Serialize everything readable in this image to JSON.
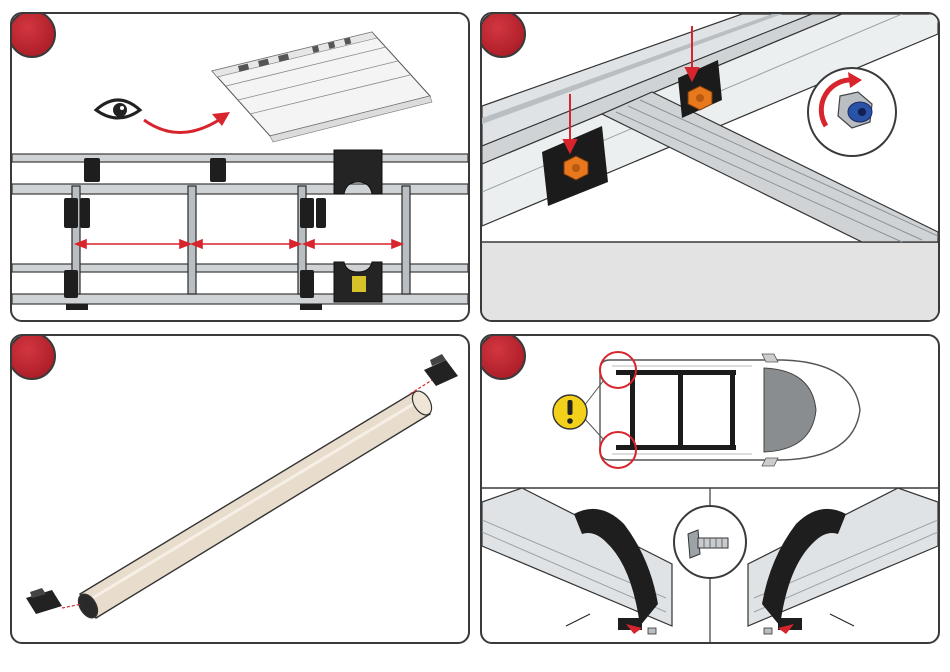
{
  "colors": {
    "badge": "#b8222c",
    "arrow": "#d8242c",
    "frame": "#3a3a3a",
    "rail": "#cfd3d6",
    "nut": "#e8781e",
    "warning": "#f3d01a",
    "tube": "#e8dccc"
  },
  "panels": [
    {
      "step": "",
      "content": "ruler-instruction-and-crossbar-spacing"
    },
    {
      "step": "",
      "content": "nut-tightening-detail"
    },
    {
      "step": "",
      "content": "crossbar-tube-assembly"
    },
    {
      "step": "",
      "content": "vehicle-top-view-and-end-cap-detail"
    }
  ],
  "icons": [
    "eye-icon",
    "warning-icon",
    "rotate-arrow-icon",
    "bolt-icon",
    "nut-icon"
  ]
}
